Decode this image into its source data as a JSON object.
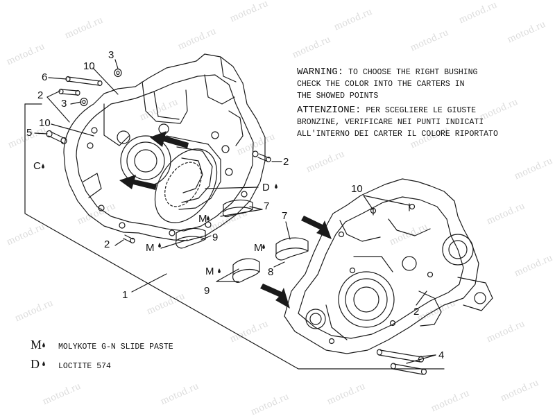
{
  "watermark_text": "motod.ru",
  "callouts": {
    "c3_top": "3",
    "c6": "6",
    "c10_top": "10",
    "c2_left": "2",
    "c3_left": "3",
    "c10_left": "10",
    "c5": "5",
    "c_c": "C",
    "c2_right_of_left": "2",
    "c_d": "D",
    "c7_upper": "7",
    "c_m_upper": "M",
    "c2_bottom_left": "2",
    "c_m_lower": "M",
    "c9_upper": "9",
    "c10_right": "10",
    "c7_lower": "7",
    "c_m_mid": "M",
    "c8": "8",
    "c_m_bottom": "M",
    "c9_lower": "9",
    "c1": "1",
    "c2_right": "2",
    "c4": "4"
  },
  "notes": {
    "warning_heading": "WARNING:",
    "warning_line1": " TO CHOOSE THE RIGHT BUSHING",
    "warning_line2": "CHECK THE COLOR INTO THE CARTERS IN",
    "warning_line3": "THE SHOWED POINTS",
    "attenzione_heading": "ATTENZIONE:",
    "attenzione_line1": " PER SCEGLIERE LE GIUSTE",
    "attenzione_line2": "BRONZINE, VERIFICARE NEI PUNTI INDICATI",
    "attenzione_line3": "ALL'INTERNO DEI CARTER IL COLORE RIPORTATO"
  },
  "legend": [
    {
      "symbol": "M",
      "text": "MOLYKOTE G-N SLIDE PASTE"
    },
    {
      "symbol": "D",
      "text": "LOCTITE 574"
    }
  ],
  "drop_glyph": "💧",
  "colors": {
    "line": "#1a1a1a",
    "watermark": "#dcdcdc",
    "background": "#ffffff"
  }
}
